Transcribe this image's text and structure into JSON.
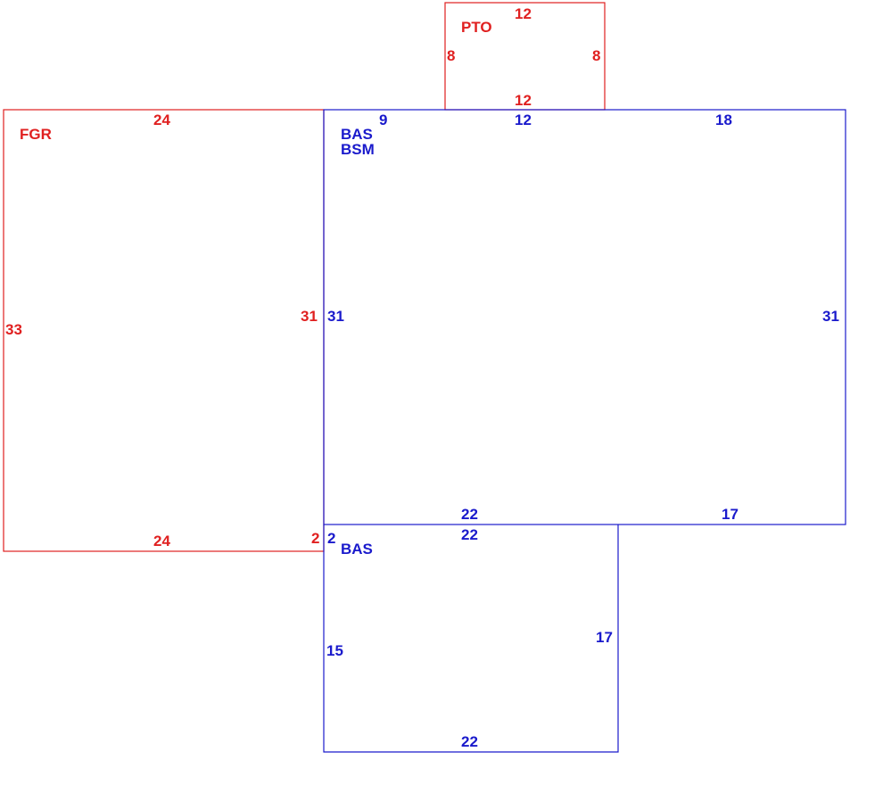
{
  "colors": {
    "red": "#e02020",
    "blue": "#1a1acc"
  },
  "areas": {
    "pto": {
      "label": "PTO",
      "top": "12",
      "bottom": "12",
      "left": "8",
      "right": "8"
    },
    "fgr": {
      "label": "FGR",
      "top": "24",
      "bottom": "24",
      "left": "33",
      "right": "31",
      "step": "2"
    },
    "bas_bsm": {
      "label1": "BAS",
      "label2": "BSM",
      "top_a": "9",
      "top_b": "12",
      "top_c": "18",
      "left": "31",
      "right": "31",
      "bottom_a": "22",
      "bottom_b": "17"
    },
    "bas_lower": {
      "label": "BAS",
      "top": "22",
      "bottom": "22",
      "left": "15",
      "right": "17",
      "step": "2"
    }
  }
}
